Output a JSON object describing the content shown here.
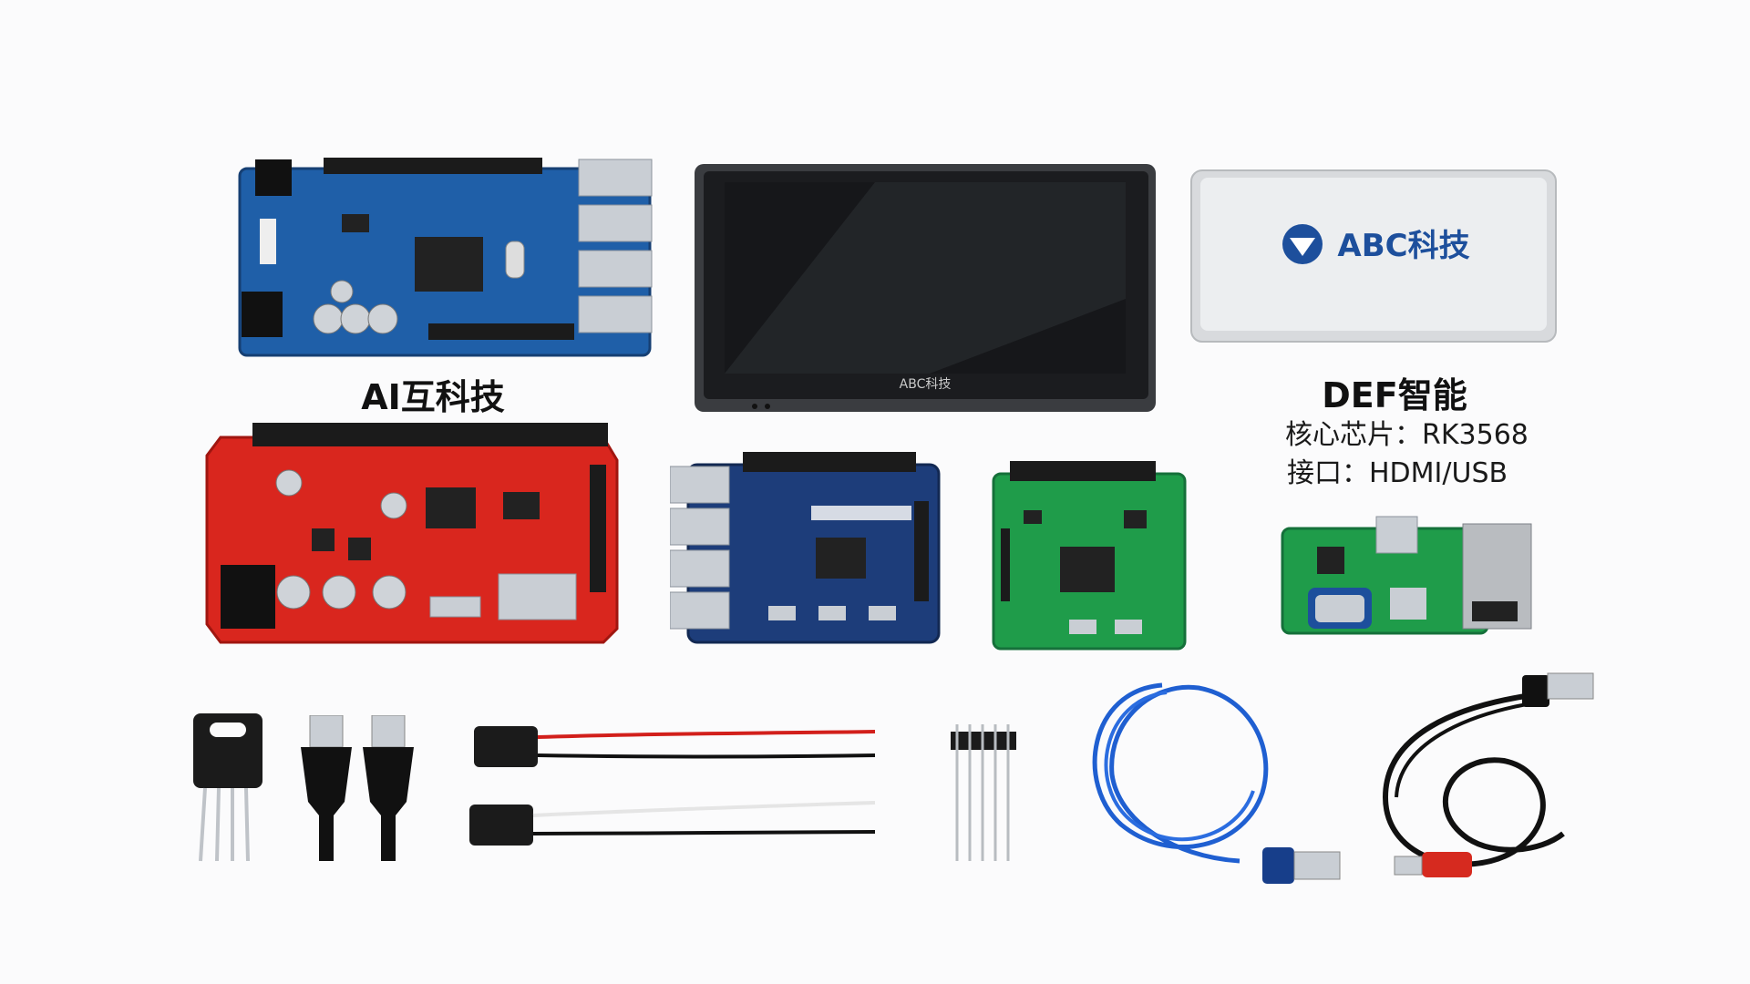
{
  "boards": {
    "top_left_label": "AI互科技",
    "right_label": "DEF智能",
    "right_specs": {
      "line1": "核心芯片：RK3568",
      "line2": "接口：HDMI/USB"
    }
  },
  "display": {
    "bezel_brand": "ABC科技"
  },
  "case": {
    "logo_text": "ABC科技"
  },
  "colors": {
    "background": "#fbfbfc",
    "board_blue": "#1f5fa8",
    "board_red": "#d9261e",
    "board_green": "#1f9c4a",
    "brand_blue": "#1d4f9c",
    "cable_blue": "#1f5fd1"
  }
}
